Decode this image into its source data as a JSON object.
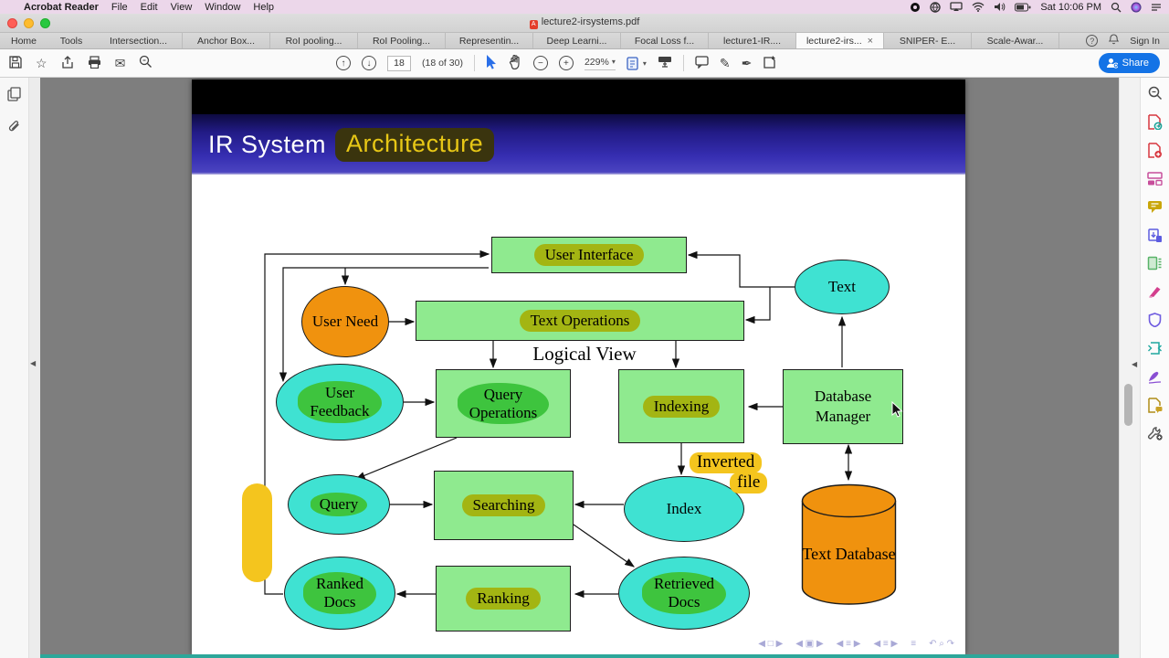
{
  "menu_bar": {
    "apple_logo": "",
    "app_name": "Acrobat Reader",
    "menus": [
      "File",
      "Edit",
      "View",
      "Window",
      "Help"
    ],
    "clock": "Sat 10:06 PM"
  },
  "title_bar": {
    "document_title": "lecture2-irsystems.pdf",
    "pdf_badge": "A"
  },
  "tab_bar": {
    "home": "Home",
    "tools": "Tools",
    "doc_tabs": [
      "Intersection...",
      "Anchor Box...",
      "RoI pooling...",
      "RoI Pooling...",
      "Representin...",
      "Deep Learni...",
      "Focal Loss f...",
      "lecture1-IR....",
      "lecture2-irs...",
      "SNIPER- E...",
      "Scale-Awar..."
    ],
    "active_tab": "lecture2-irs...",
    "sign_in": "Sign In"
  },
  "toolbar": {
    "page_number": "18",
    "page_count_label": "(18 of 30)",
    "zoom_value": "229%",
    "share_label": "Share"
  },
  "glyphs": {
    "star": "☆",
    "envelope": "✉",
    "pencil": "✎",
    "pen": "✒",
    "up": "↑",
    "down": "↓",
    "minus": "−",
    "plus": "+",
    "caret": "▾",
    "close": "×",
    "help": "?",
    "collapse": "◀",
    "search": "⌕"
  },
  "slide": {
    "title_regular": "IR System",
    "title_highlighted": "Architecture"
  },
  "diagram": {
    "user_interface": "User Interface",
    "text_operations": "Text Operations",
    "logical_view": "Logical View",
    "user_need": "User Need",
    "user_feedback": "User Feedback",
    "query_operations": "Query Operations",
    "indexing": "Indexing",
    "database_manager": "Database Manager",
    "text": "Text",
    "query": "Query",
    "searching": "Searching",
    "index": "Index",
    "inverted_file_line1": "Inverted",
    "inverted_file_line2": "file",
    "text_database": "Text Database",
    "ranked_docs": "Ranked Docs",
    "ranking": "Ranking",
    "retrieved_docs": "Retrieved Docs"
  },
  "beamer_nav": [
    "◀ □ ▶",
    "◀ ▣ ▶",
    "◀ ≡ ▶",
    "◀ ≡ ▶",
    "≡",
    "↶ ⌕ ↷"
  ],
  "right_panel": {
    "tools": [
      {
        "name": "search-tool",
        "color": "#4a4a4a"
      },
      {
        "name": "export-pdf",
        "color": "#17a398"
      },
      {
        "name": "create-pdf",
        "color": "#d7373f"
      },
      {
        "name": "edit-pdf",
        "color": "#c74e9b"
      },
      {
        "name": "comment",
        "color": "#c9a60a"
      },
      {
        "name": "combine-files",
        "color": "#5c5ce0"
      },
      {
        "name": "organize-pages",
        "color": "#58b368"
      },
      {
        "name": "highlighter",
        "color": "#d33f8d"
      },
      {
        "name": "protect",
        "color": "#6f5ce0"
      },
      {
        "name": "compress-pdf",
        "color": "#1fa8a0"
      },
      {
        "name": "fill-and-sign",
        "color": "#8a4fd3"
      },
      {
        "name": "send-for-comments",
        "color": "#c9a227"
      },
      {
        "name": "add-tools",
        "color": "#555555"
      }
    ]
  },
  "colors": {
    "box_green": "#8fea8f",
    "highlight_olive": "#a3b513",
    "ellipse_cyan": "#3fe2d2",
    "blob_green": "#3ec43e",
    "orange": "#f0920e",
    "highlight_yellow": "#f4c51e",
    "header_blue": "#362eb2",
    "share_blue": "#1473e6",
    "bottom_strip_teal": "#2da79a"
  }
}
